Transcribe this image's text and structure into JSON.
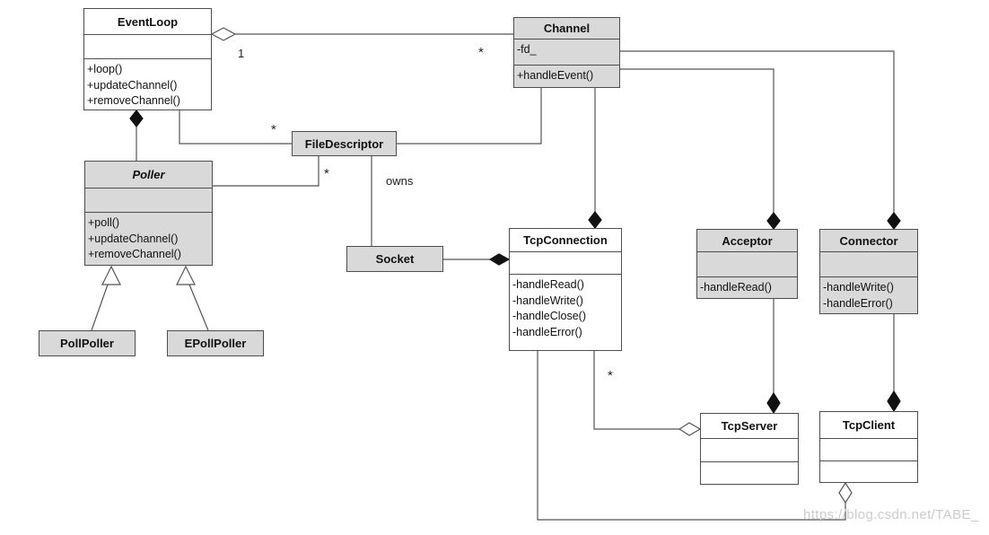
{
  "diagram": {
    "watermark": "https://blog.csdn.net/TABE_",
    "colors": {
      "box_fill_gray": "#d9d9d9",
      "box_fill_white": "#ffffff",
      "box_border": "#4d4d4d",
      "line": "#555555",
      "composition_diamond": "#111111",
      "watermark_text": "#cccccc"
    },
    "classes": {
      "eventloop": {
        "name": "EventLoop",
        "methods": [
          "+loop()",
          "+updateChannel()",
          "+removeChannel()"
        ]
      },
      "channel": {
        "name": "Channel",
        "attributes": [
          "-fd_"
        ],
        "methods": [
          "+handleEvent()"
        ]
      },
      "filedescriptor": {
        "name": "FileDescriptor"
      },
      "poller": {
        "name": "Poller",
        "abstract": true,
        "methods": [
          "+poll()",
          "+updateChannel()",
          "+removeChannel()"
        ]
      },
      "socket": {
        "name": "Socket"
      },
      "pollpoller": {
        "name": "PollPoller"
      },
      "epollpoller": {
        "name": "EPollPoller"
      },
      "tcpconnection": {
        "name": "TcpConnection",
        "methods": [
          "-handleRead()",
          "-handleWrite()",
          "-handleClose()",
          "-handleError()"
        ]
      },
      "acceptor": {
        "name": "Acceptor",
        "methods": [
          "-handleRead()"
        ]
      },
      "connector": {
        "name": "Connector",
        "methods": [
          "-handleWrite()",
          "-handleError()"
        ]
      },
      "tcpserver": {
        "name": "TcpServer"
      },
      "tcpclient": {
        "name": "TcpClient"
      }
    },
    "edge_labels": {
      "eventloop_channel_one": "1",
      "eventloop_channel_many": "*",
      "eventloop_filedescriptor_many": "*",
      "poller_filedescriptor_many": "*",
      "filedescriptor_socket_owns": "owns",
      "tcpconnection_tcpserver_many": "*"
    }
  }
}
